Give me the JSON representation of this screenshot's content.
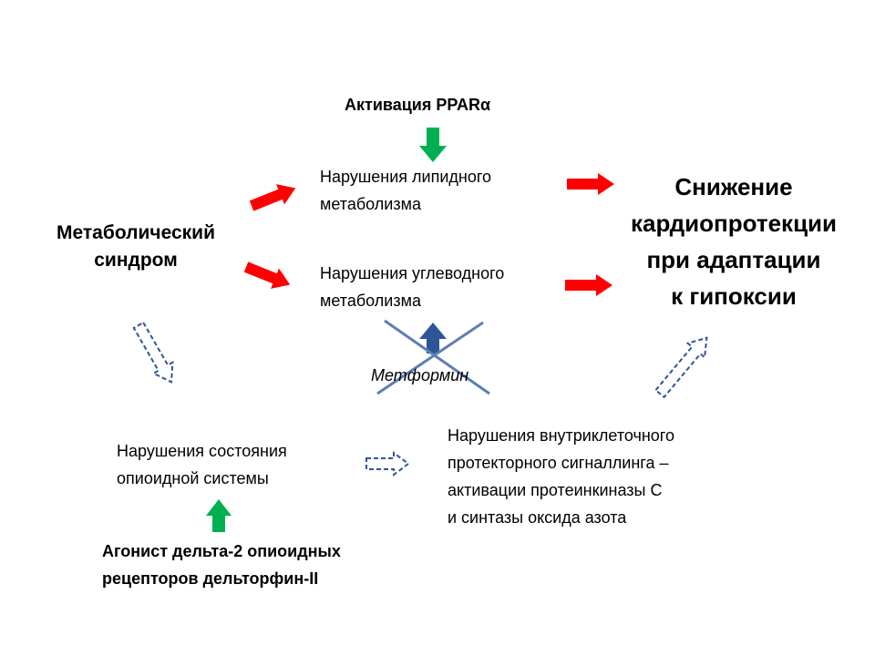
{
  "slide": {
    "ppar_activation": "Активация PPARα",
    "lipid_disorder": [
      "Нарушения липидного",
      "метаболизма"
    ],
    "carb_disorder": [
      "Нарушения углеводного",
      "метаболизма"
    ],
    "metabolic_syndrome": [
      "Метаболический",
      "синдром"
    ],
    "result": [
      "Снижение",
      "кардиопротекции",
      "при адаптации",
      "к гипоксии"
    ],
    "metformin": "Метформин",
    "opioid_disorder": [
      "Нарушения состояния",
      "опиоидной системы"
    ],
    "signaling_disorder": [
      "Нарушения внутриклеточного",
      "протекторного сигналлинга –",
      "активации протеинкиназы С",
      "и синтазы оксида азота"
    ],
    "agonist": [
      "Агонист дельта-2 опиоидных",
      "рецепторов дельторфин-II"
    ]
  },
  "colors": {
    "red_arrow": "#ff0000",
    "green_arrow": "#00b050",
    "blue_arrow": "#2e5597",
    "dashed_arrow": "#2f5597",
    "cross": "#5b7fb5"
  }
}
